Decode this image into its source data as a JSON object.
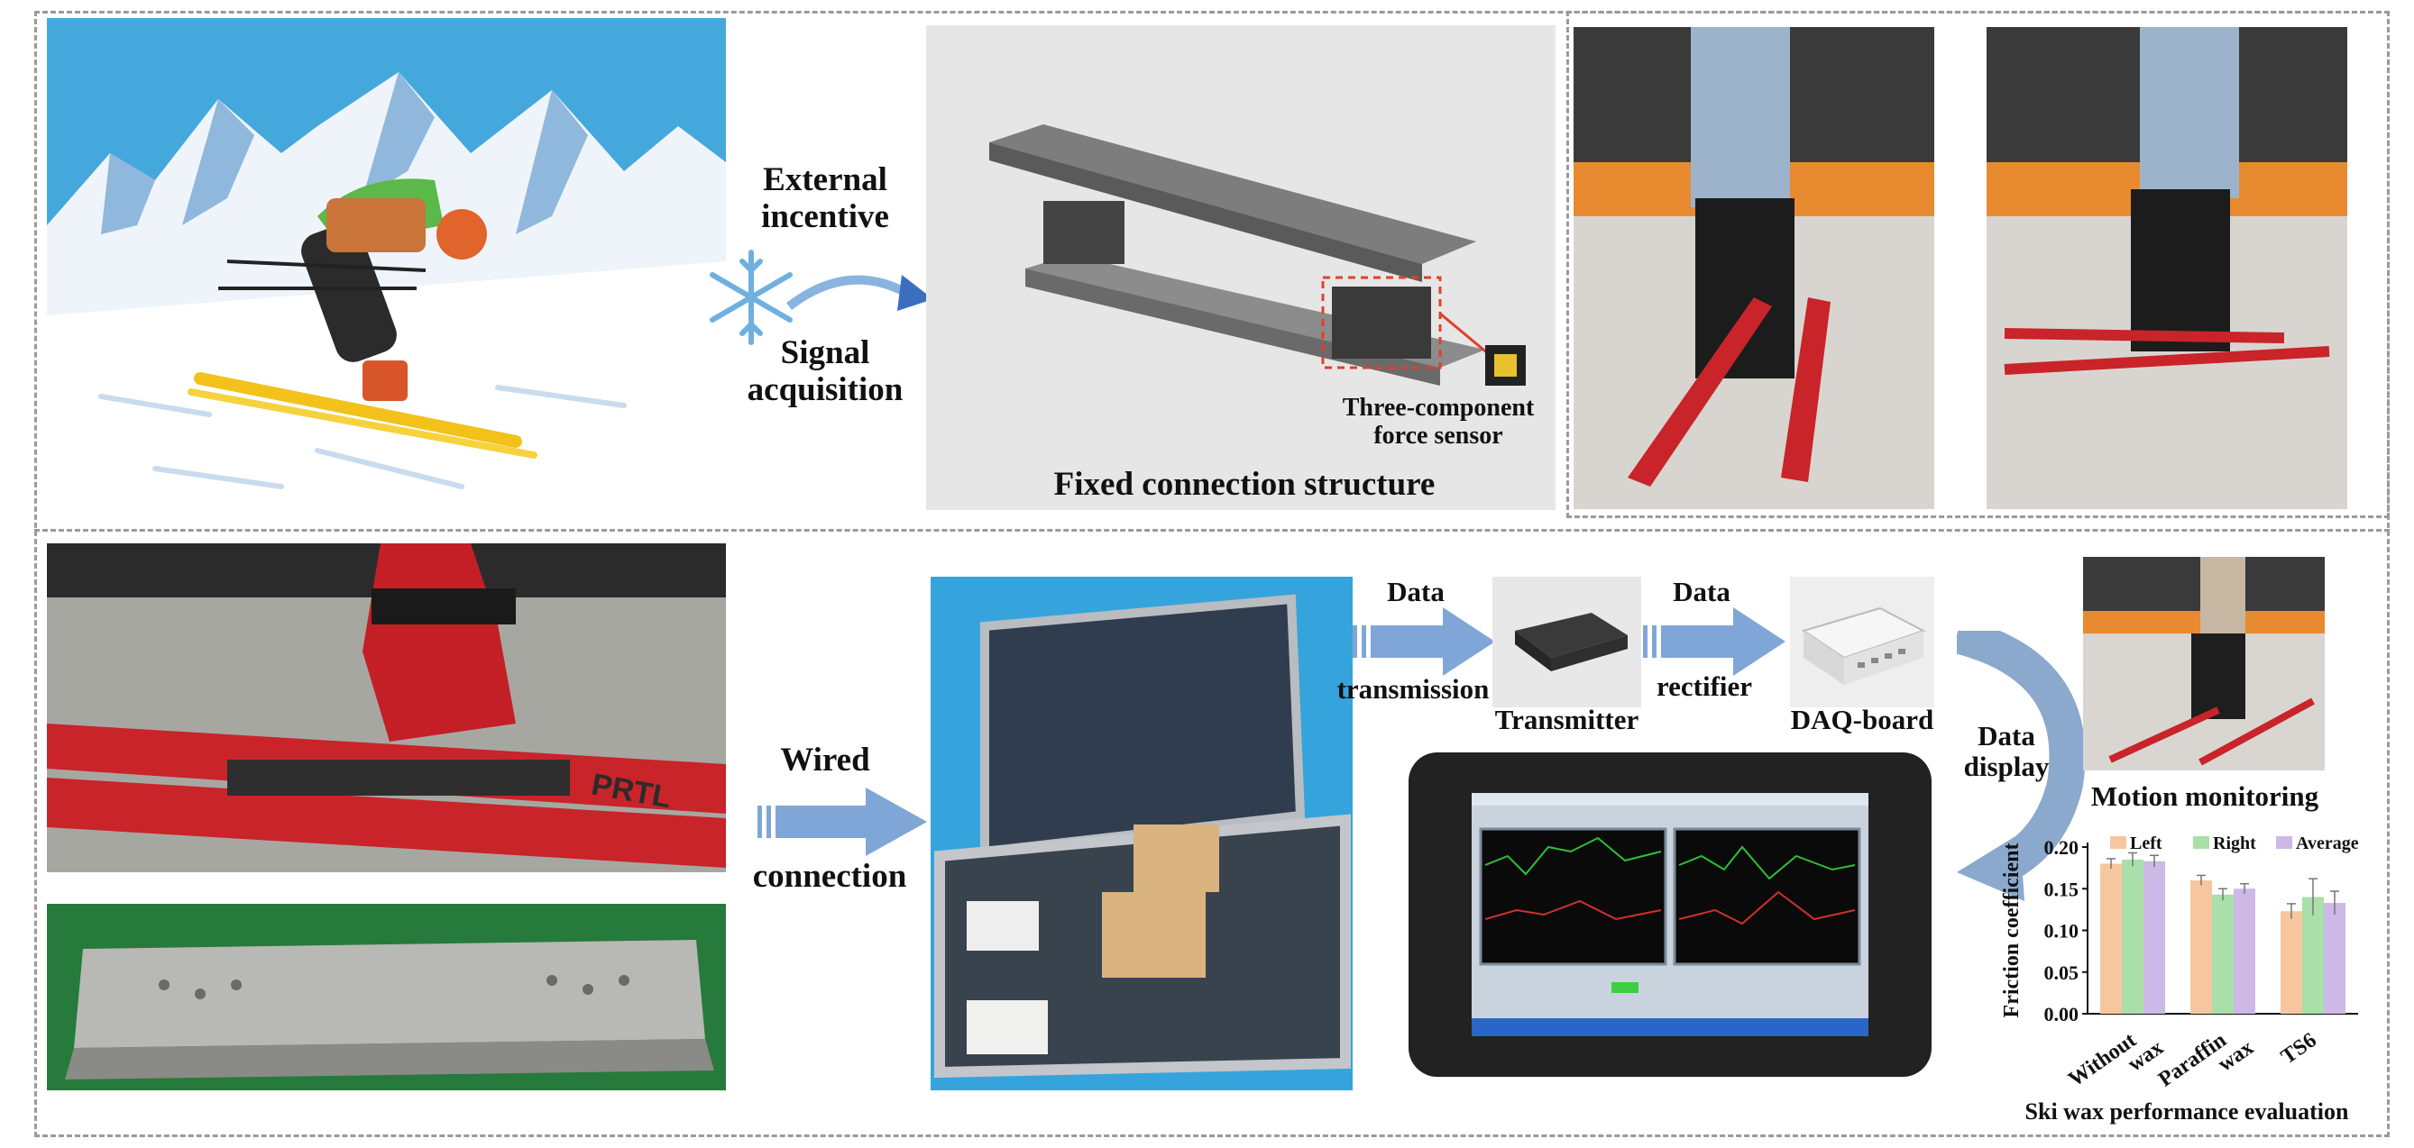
{
  "labels": {
    "external_incentive": "External\nincentive",
    "signal_acquisition": "Signal\nacquisition",
    "three_component_sensor": "Three-component\nforce sensor",
    "fixed_connection_structure": "Fixed connection structure",
    "wired": "Wired",
    "connection": "connection",
    "data_1": "Data",
    "transmission": "transmission",
    "transmitter": "Transmitter",
    "data_2": "Data",
    "rectifier": "rectifier",
    "daq_board": "DAQ-board",
    "data_display": "Data\ndisplay",
    "motion_monitoring": "Motion monitoring",
    "ski_wax_eval": "Ski wax performance evaluation",
    "ski_brand": "PRTL"
  },
  "colors": {
    "sky": "#45a8dc",
    "arrow": "#7fa6d6",
    "left": "#f6c79e",
    "right": "#a9dfa9",
    "average": "#cdb8e6"
  },
  "chart_data": {
    "type": "bar",
    "categories": [
      "Without wax",
      "Paraffin wax",
      "TS6"
    ],
    "series": [
      {
        "name": "Left",
        "values": [
          0.18,
          0.16,
          0.123
        ]
      },
      {
        "name": "Right",
        "values": [
          0.185,
          0.143,
          0.14
        ]
      },
      {
        "name": "Average",
        "values": [
          0.183,
          0.15,
          0.133
        ]
      }
    ],
    "errors": [
      [
        0.006,
        0.006,
        0.009
      ],
      [
        0.008,
        0.007,
        0.022
      ],
      [
        0.007,
        0.006,
        0.014
      ]
    ],
    "ylabel": "Friction coefficient",
    "ylim": [
      0.0,
      0.2
    ],
    "yticks": [
      "0.00",
      "0.05",
      "0.10",
      "0.15",
      "0.20"
    ],
    "legend": "top"
  }
}
